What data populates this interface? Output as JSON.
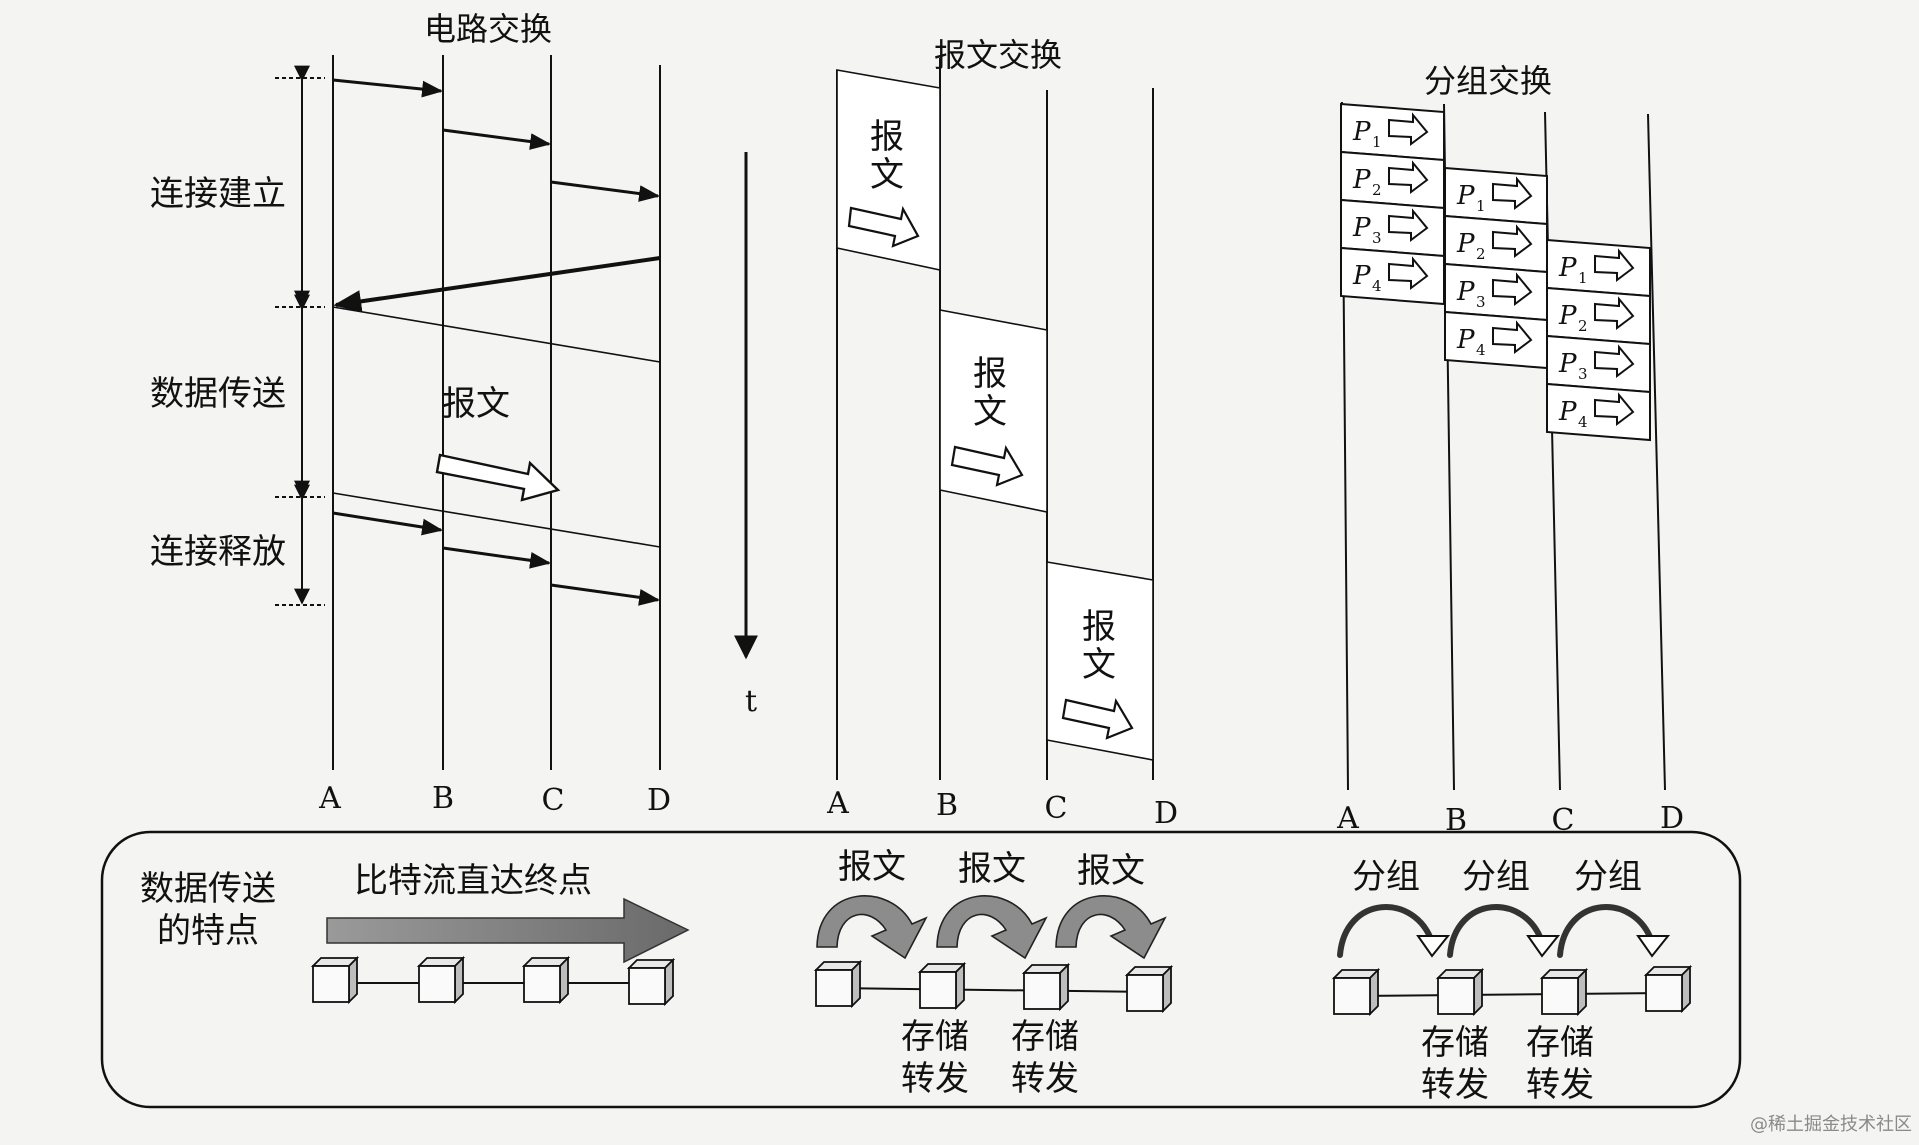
{
  "circuit": {
    "title": "电路交换",
    "phases": [
      "连接建立",
      "数据传送",
      "连接释放"
    ],
    "message": "报文",
    "nodes": [
      "A",
      "B",
      "C",
      "D"
    ]
  },
  "message_switching": {
    "title": "报文交换",
    "message_line1": "报",
    "message_line2": "文",
    "nodes": [
      "A",
      "B",
      "C",
      "D"
    ]
  },
  "time_axis": {
    "label": "t"
  },
  "packet_switching": {
    "title": "分组交换",
    "packet_letter": "P",
    "packet_numbers": [
      "1",
      "2",
      "3",
      "4"
    ],
    "nodes": [
      "A",
      "B",
      "C",
      "D"
    ]
  },
  "features": {
    "label_line1": "数据传送",
    "label_line2": "的特点",
    "circuit_text": "比特流直达终点",
    "message_label": "报文",
    "packet_label": "分组",
    "store_line1": "存储",
    "store_line2": "转发"
  },
  "watermark": "@稀土掘金技术社区"
}
